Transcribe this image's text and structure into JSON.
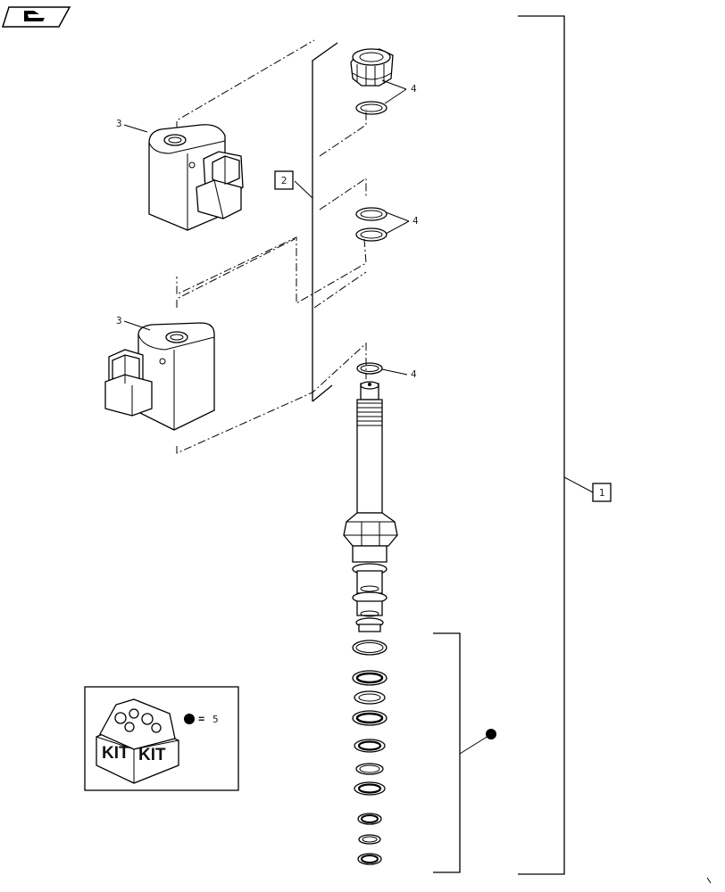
{
  "nav": {
    "icon": "book-page-icon"
  },
  "assembly_label": "1",
  "subassembly_label": "2",
  "callouts": {
    "coil_top": "3",
    "coil_bottom": "3",
    "seal_upper": "4",
    "seal_middle": "4",
    "seal_lower": "4"
  },
  "kit_legend": {
    "icon": "kit-box-icon",
    "box_labels": [
      "KIT",
      "KIT"
    ],
    "equals": "=",
    "item": "5"
  }
}
